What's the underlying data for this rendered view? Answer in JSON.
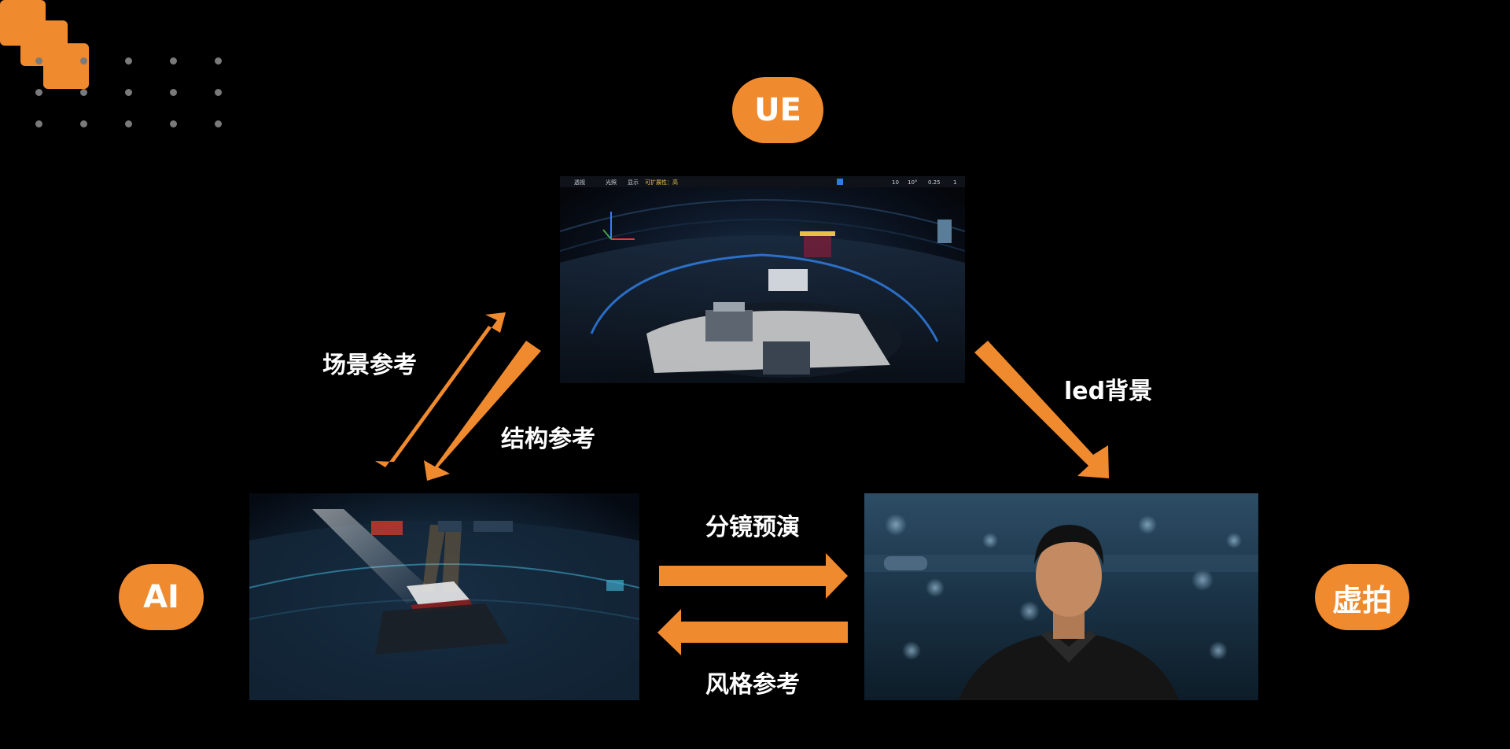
{
  "nodes": {
    "ue": "UE",
    "ai": "AI",
    "virtual": "虚拍"
  },
  "edges": {
    "scene_ref": "场景参考",
    "structure_ref": "结构参考",
    "led_bg": "led背景",
    "storyboard": "分镜预演",
    "style_ref": "风格参考"
  },
  "ue_toolbar": {
    "perspective": "透视",
    "lit": "光照",
    "show": "显示",
    "scalability": "可扩展性：高",
    "snap_grid": "10",
    "snap_angle": "10°",
    "snap_scale": "0.25",
    "camera_speed": "1"
  },
  "colors": {
    "accent": "#F08A2E",
    "background": "#000000",
    "text": "#FFFFFF"
  }
}
